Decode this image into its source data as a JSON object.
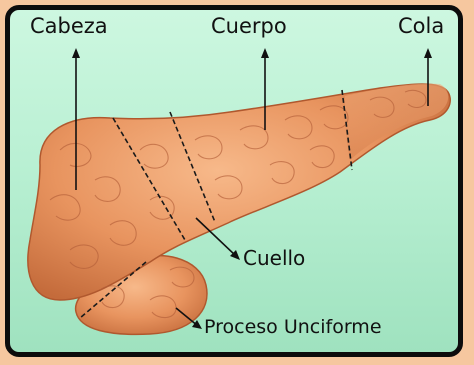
{
  "diagram": {
    "labels": {
      "head": "Cabeza",
      "body": "Cuerpo",
      "tail": "Cola",
      "neck": "Cuello",
      "uncinate": "Proceso Unciforme"
    },
    "colors": {
      "background_outer": "#f6c79f",
      "panel_top": "#cdf7e0",
      "panel_bottom": "#9fe2bf",
      "organ_light": "#f4a877",
      "organ_mid": "#e08a59",
      "organ_dark": "#b55f33",
      "frame": "#0c0c0c"
    }
  }
}
